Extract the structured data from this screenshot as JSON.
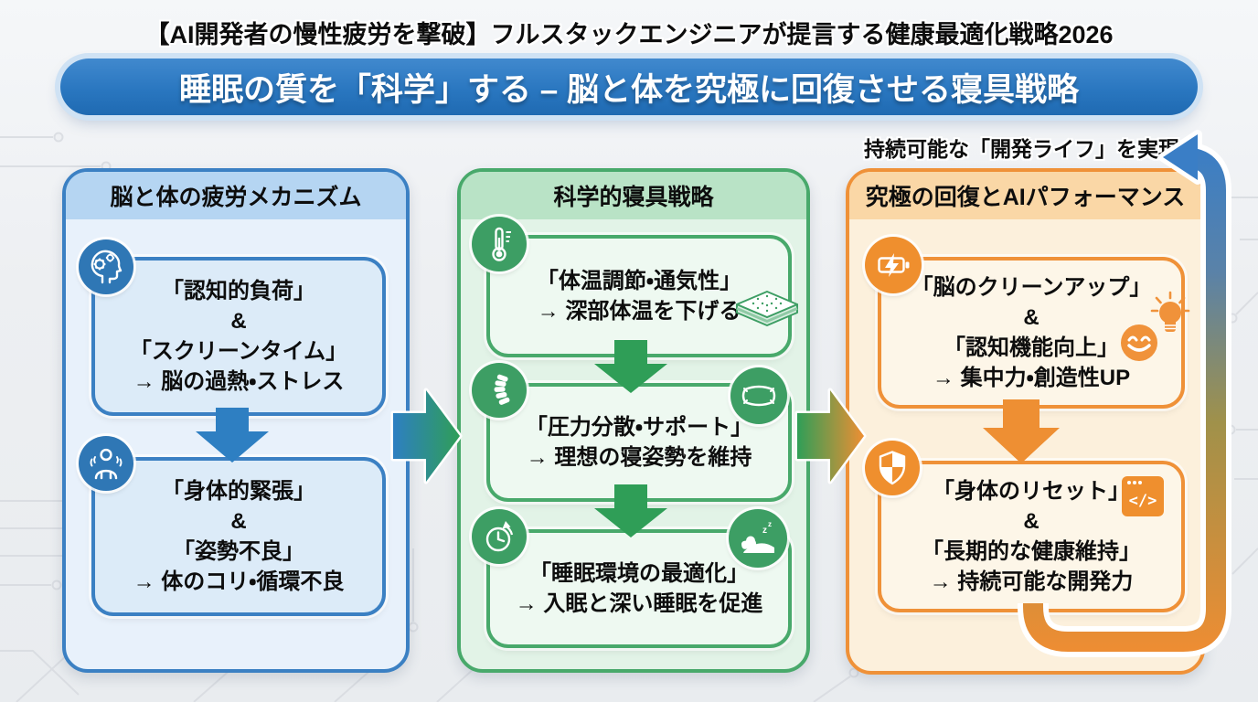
{
  "title": "【AI開発者の慢性疲労を撃破】フルスタックエンジニアが提言する健康最適化戦略2026",
  "banner": {
    "text": "睡眠の質を「科学」する – 脳と体を究極に回復させる寝具戦略"
  },
  "loop_label": "持続可能な「開発ライフ」を実現",
  "colors": {
    "blue": "#2e7fc2",
    "green": "#2f9e57",
    "orange": "#ee8f33",
    "banner_blue": "#2a77c0",
    "background": "#edeff2"
  },
  "columns": [
    {
      "header": "脳と体の疲労メカニズム",
      "boxes": [
        {
          "icon": "brain-gears-icon",
          "lines": [
            "「認知的負荷」",
            "&",
            "「スクリーンタイム」",
            "→ 脳の過熱・ストレス"
          ]
        },
        {
          "icon": "tension-person-icon",
          "lines": [
            "「身体的緊張」",
            "&",
            "「姿勢不良」",
            "→ 体のコリ・循環不良"
          ]
        }
      ]
    },
    {
      "header": "科学的寝具戦略",
      "boxes": [
        {
          "icon": "thermometer-icon",
          "side_icon": "mattress-icon",
          "lines": [
            "「体温調節・通気性」",
            "→ 深部体温を下げる"
          ]
        },
        {
          "icon": "spine-icon",
          "side_icon": "pillow-icon",
          "lines": [
            "「圧力分散・サポート」",
            "→ 理想の寝姿勢を維持"
          ]
        },
        {
          "icon": "clock-icon",
          "side_icon": "sleeping-person-icon",
          "lines": [
            "「睡眠環境の最適化」",
            "→ 入眠と深い睡眠を促進"
          ]
        }
      ]
    },
    {
      "header": "究極の回復とAIパフォーマンス",
      "boxes": [
        {
          "icon": "battery-bolt-icon",
          "side_icon": "smiley-and-lightbulb-icon",
          "lines": [
            "「脳のクリーンアップ」",
            "&",
            "「認知機能向上」",
            "→ 集中力・創造性UP"
          ]
        },
        {
          "icon": "shield-icon",
          "side_icon": "code-window-icon",
          "lines": [
            "「身体のリセット」",
            "&",
            "「長期的な健康維持」",
            "→ 持続可能な開発力"
          ]
        }
      ]
    }
  ]
}
